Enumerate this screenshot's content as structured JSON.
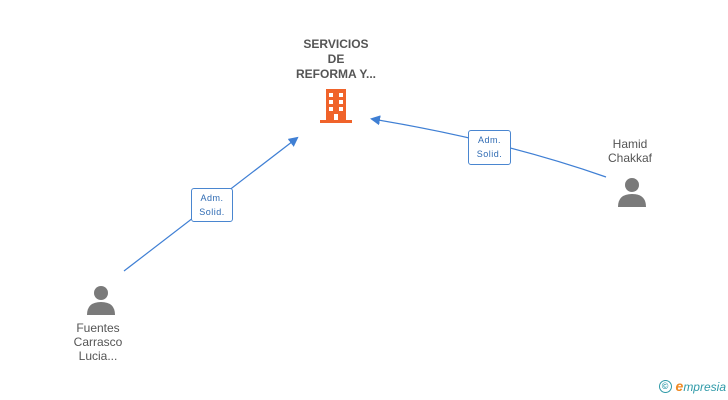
{
  "company": {
    "name_lines": [
      "SERVICIOS",
      "DE",
      "REFORMA Y..."
    ],
    "icon": "building-icon",
    "icon_color": "#f0632a"
  },
  "people": [
    {
      "id": "fuentes",
      "name_lines": [
        "Fuentes",
        "Carrasco",
        "Lucia..."
      ],
      "icon": "person-icon"
    },
    {
      "id": "hamid",
      "name_lines": [
        "Hamid",
        "Chakkaf"
      ],
      "icon": "person-icon"
    }
  ],
  "relations": [
    {
      "from": "fuentes",
      "to": "company",
      "label_lines": [
        "Adm.",
        "Solid."
      ]
    },
    {
      "from": "hamid",
      "to": "company",
      "label_lines": [
        "Adm.",
        "Solid."
      ]
    }
  ],
  "colors": {
    "edge": "#3f7fd4",
    "person_icon": "#7a7a7a",
    "label_text": "#555555",
    "brand": "#2f9aa8",
    "brand_accent": "#f08a24"
  },
  "footer": {
    "copyright_symbol": "©",
    "brand_initial": "e",
    "brand_rest": "mpresia"
  }
}
